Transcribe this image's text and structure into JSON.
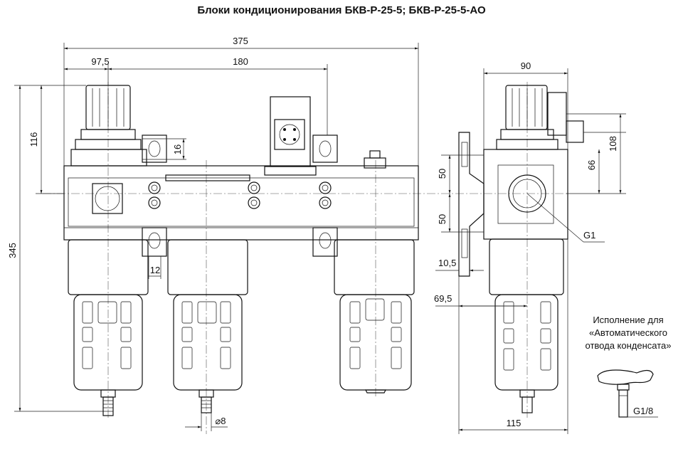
{
  "title": "Блоки кондиционирования БКВ-Р-25-5; БКВ-Р-25-5-АО",
  "dimensions": {
    "overall_width": "375",
    "regulator_offset": "97,5",
    "center_span": "180",
    "height_top": "116",
    "bracket_16": "16",
    "overall_height": "345",
    "bracket_12": "12",
    "drain_dia": "⌀8",
    "side_width": "90",
    "side_50_top": "50",
    "side_50_bottom": "50",
    "side_108": "108",
    "side_66": "66",
    "port_thread": "G1",
    "side_10_5": "10,5",
    "side_69_5": "69,5",
    "side_115": "115",
    "auto_drain_thread": "G1/8"
  },
  "note": {
    "line1": "Исполнение для",
    "line2": "«Автоматического",
    "line3": "отвода конденсата»"
  }
}
